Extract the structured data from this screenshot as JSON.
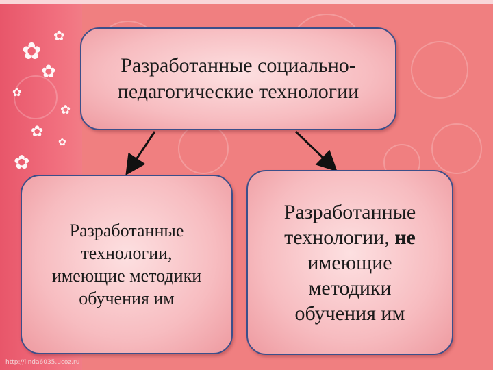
{
  "diagram": {
    "top_box": {
      "lines": [
        "Разработанные социально-",
        "педагогические технологии"
      ]
    },
    "left_box": {
      "lines": [
        "Разработанные",
        "технологии,",
        "имеющие методики",
        "обучения им"
      ]
    },
    "right_box": {
      "line1": "Разработанные",
      "line2_a": "технологии, ",
      "line2_b": "не",
      "line3": "имеющие",
      "line4": "методики",
      "line5": "обучения им"
    }
  },
  "colors": {
    "background": "#f07f80",
    "box_border": "#3c4f8a",
    "arrow": "#111111"
  },
  "watermark": "http://linda6035.ucoz.ru"
}
